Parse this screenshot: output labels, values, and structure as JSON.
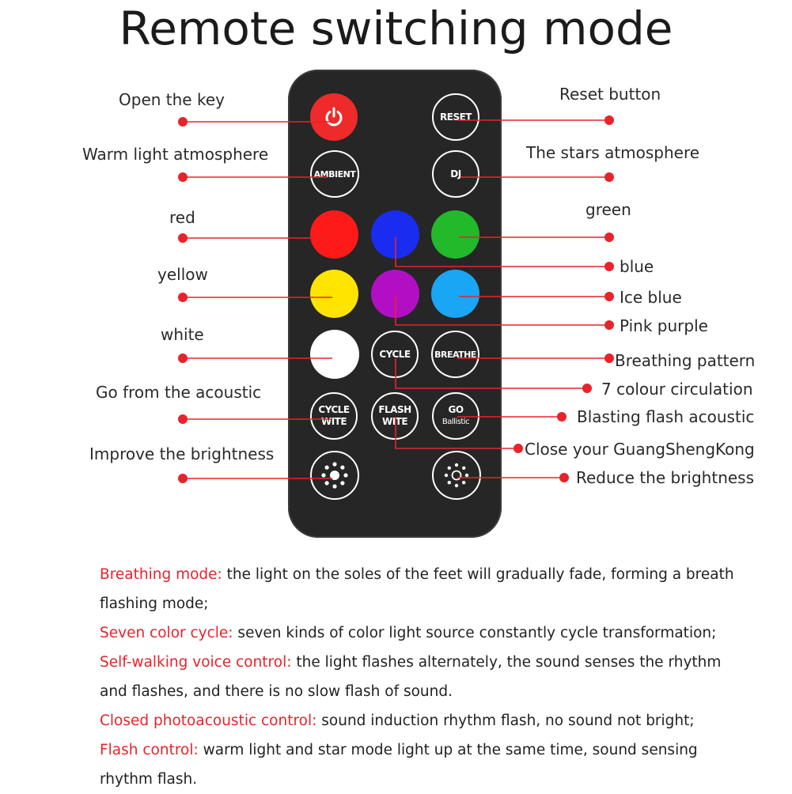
{
  "title": "Remote switching mode",
  "colors": {
    "accent": "#e8232b",
    "remote_body": "#262626",
    "power_button": "#ee2a2a",
    "red": "#ff1a1a",
    "blue": "#1a2cf0",
    "green": "#22b92b",
    "yellow": "#ffe400",
    "pink_purple": "#b20fc4",
    "ice_blue": "#19a6f5",
    "white": "#ffffff"
  },
  "buttons": {
    "power_icon": "power-icon",
    "reset": "RESET",
    "ambient": "AMBIENT",
    "dj": "DJ",
    "cycle": "CYCLE",
    "breathe": "BREATHE",
    "cycle_wite_1": "CYCLE",
    "cycle_wite_2": "WITE",
    "flash_wite_1": "FLASH",
    "flash_wite_2": "WITE",
    "go_ballistic_1": "GO",
    "go_ballistic_2": "Ballistic",
    "brightness_up_icon": "brightness-up-icon",
    "brightness_down_icon": "brightness-down-icon"
  },
  "labels_left": {
    "open_key": "Open the key",
    "warm_light": "Warm light atmosphere",
    "red": "red",
    "yellow": "yellow",
    "white": "white",
    "go_acoustic": "Go from the acoustic",
    "improve_brightness": "Improve the brightness"
  },
  "labels_right": {
    "reset": "Reset button",
    "stars": "The stars atmosphere",
    "green": "green",
    "blue": "blue",
    "ice_blue": "Ice blue",
    "pink_purple": "Pink purple",
    "breathing": "Breathing pattern",
    "seven_colour": "7 colour circulation",
    "blasting_flash": "Blasting flash acoustic",
    "close": "Close your GuangShengKong",
    "reduce_brightness": "Reduce the brightness"
  },
  "descriptions": [
    {
      "term": "Breathing mode:",
      "text": " the light on the soles of the feet will gradually fade, forming a breath flashing mode;"
    },
    {
      "term": "Seven color cycle:",
      "text": " seven kinds of color light source constantly cycle transformation;"
    },
    {
      "term": "Self-walking voice control:",
      "text": " the light flashes alternately, the sound senses the rhythm and flashes, and there is no slow flash of sound."
    },
    {
      "term": "Closed photoacoustic control:",
      "text": " sound induction rhythm flash, no sound not bright;"
    },
    {
      "term": "Flash control:",
      "text": " warm light and star mode light up at the same time, sound sensing rhythm flash."
    }
  ]
}
